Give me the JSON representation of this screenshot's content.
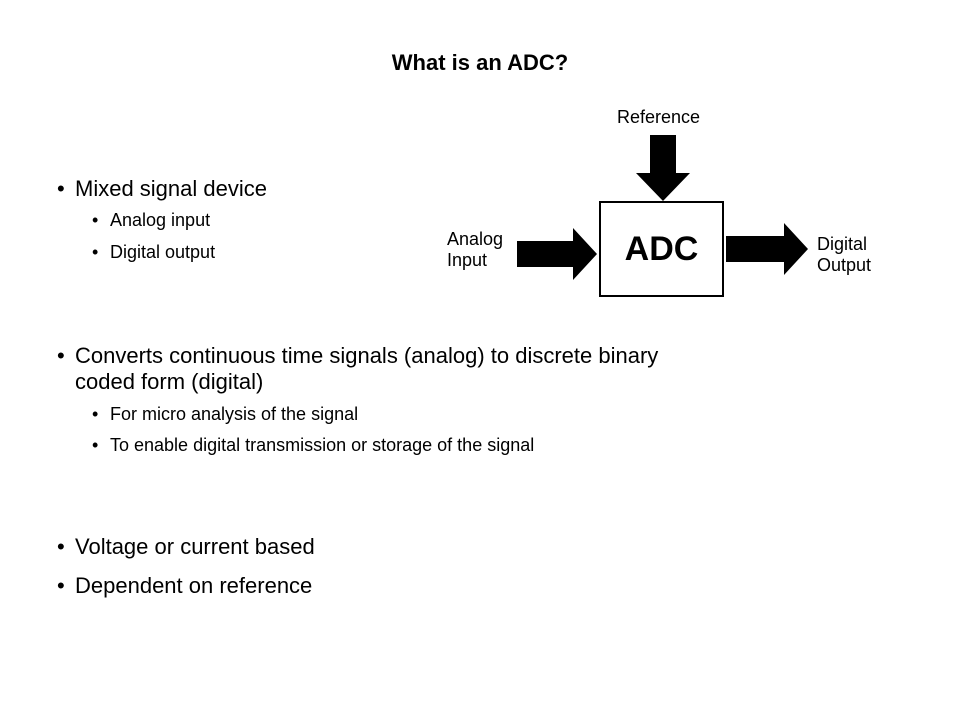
{
  "slide": {
    "title": "What is an ADC?"
  },
  "bullets": {
    "b1": {
      "text": "Mixed signal device",
      "sub": [
        "Analog input",
        "Digital output"
      ]
    },
    "b2": {
      "line1": "Converts continuous time signals (analog) to discrete binary",
      "line2": "coded form (digital)",
      "sub": [
        "For micro analysis of the signal",
        "To enable digital transmission or storage of the signal"
      ]
    },
    "b3": {
      "text": "Voltage or current based"
    },
    "b4": {
      "text": "Dependent on reference"
    },
    "bullet_char": "•"
  },
  "diagram": {
    "reference_label": "Reference",
    "analog_label_1": "Analog",
    "analog_label_2": "Input",
    "block_label": "ADC",
    "digital_label_1": "Digital",
    "digital_label_2": "Output"
  }
}
